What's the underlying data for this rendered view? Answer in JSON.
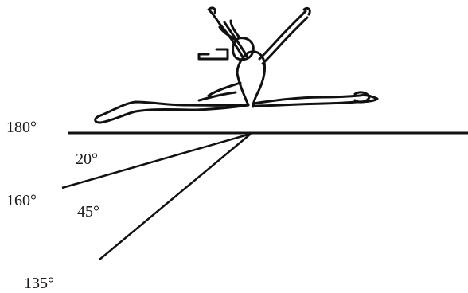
{
  "diagram": {
    "labels": {
      "deg_180": "180°",
      "deg_160": "160°",
      "deg_135": "135°",
      "diff_20": "20°",
      "diff_45": "45°"
    },
    "illustration": {
      "subject": "gymnast-split-leap-figure"
    },
    "colors": {
      "ink": "#111111",
      "background": "#ffffff"
    }
  }
}
